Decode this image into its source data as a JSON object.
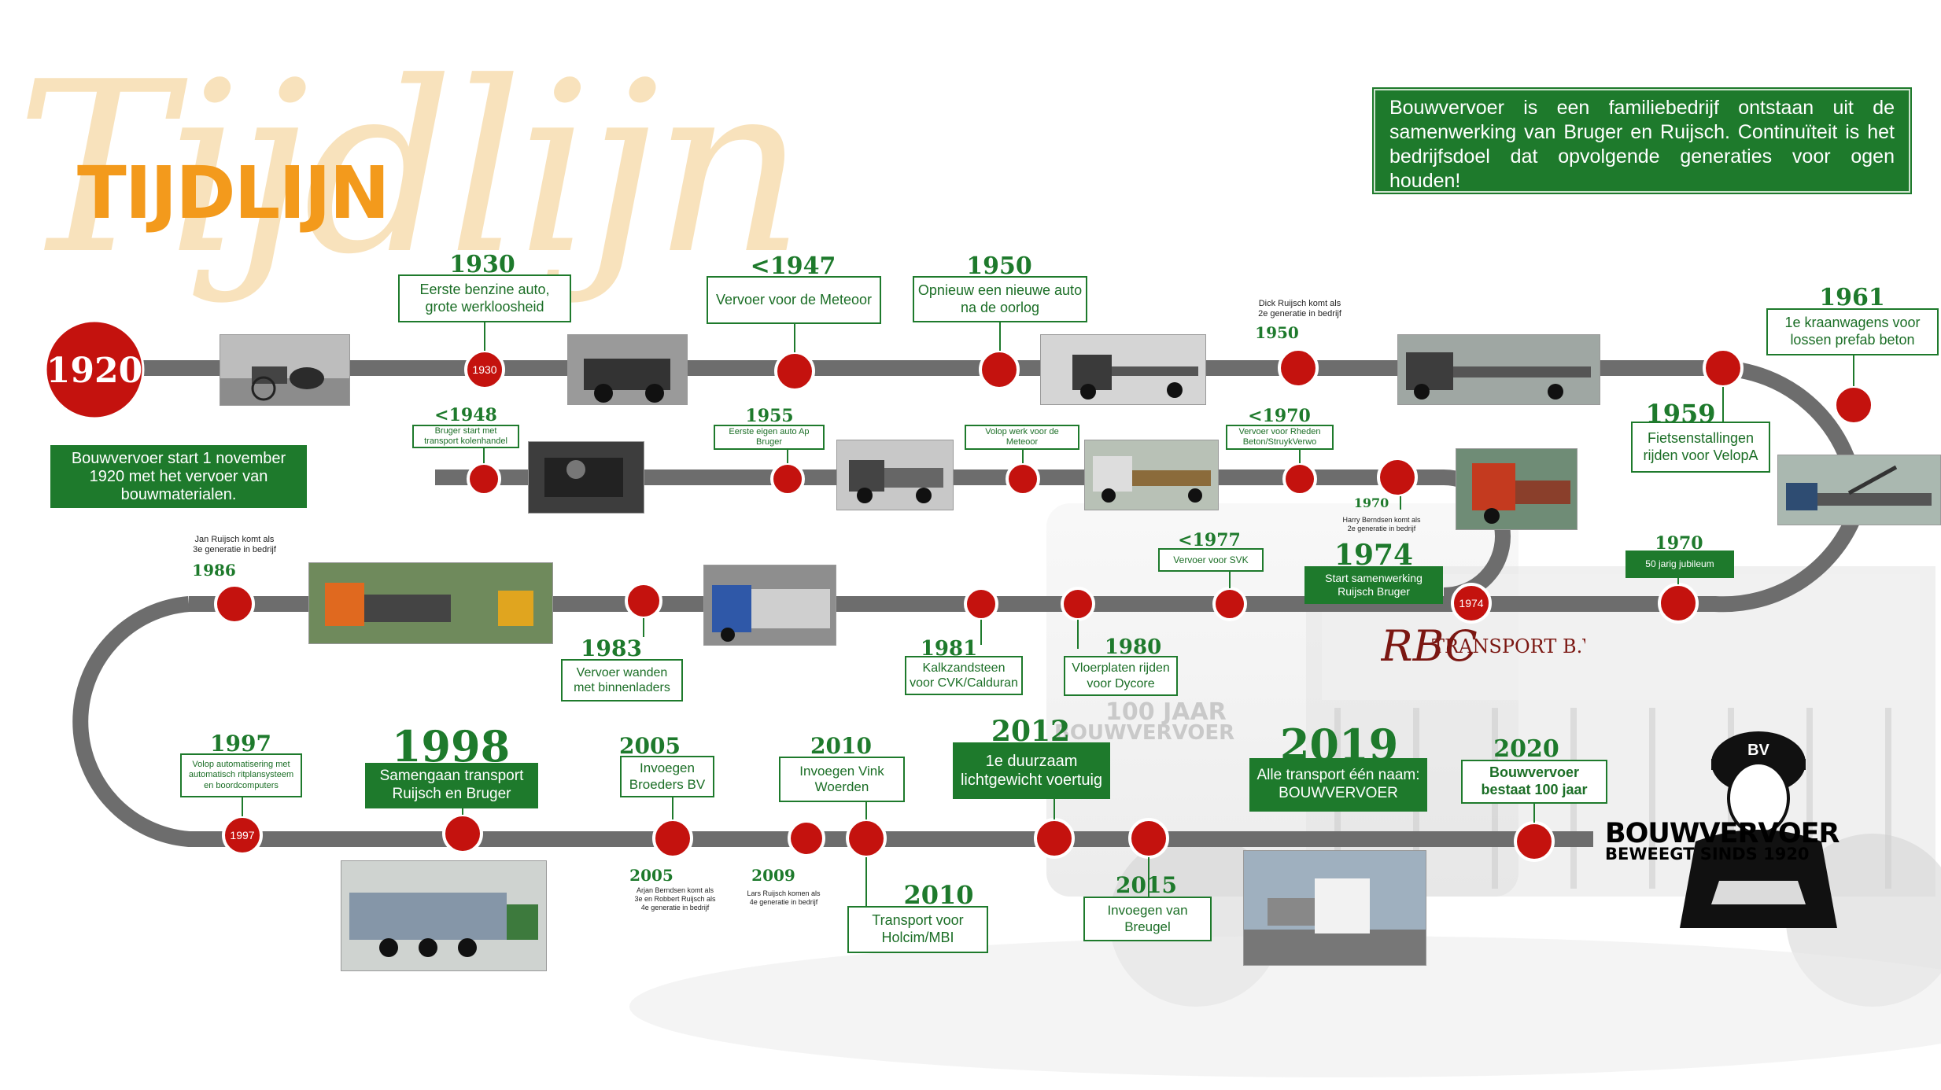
{
  "header": {
    "script_title": "Tijdlijn",
    "title": "TIJDLIJN",
    "intro": "Bouwvervoer is een familiebedrijf ontstaan uit de samenwerking van Bruger en Ruijsch. Continuïteit is het bedrijfsdoel dat opvolgende generaties voor ogen houden!"
  },
  "start": {
    "year": "1920",
    "text": "Bouwvervoer start 1 november 1920 met het vervoer van bouwmaterialen."
  },
  "dot_labels": {
    "d1930": "1930",
    "d1974": "1974",
    "d1997": "1997"
  },
  "events": {
    "e1930": {
      "year": "1930",
      "text": "Eerste benzine auto, grote werkloosheid"
    },
    "e1947": {
      "year": "<1947",
      "text": "Vervoer voor de Meteoor"
    },
    "e1950": {
      "year": "1950",
      "text": "Opnieuw een nieuwe auto na de oorlog"
    },
    "e1950b": {
      "year": "1950",
      "note": "Dick Ruijsch komt als\n2e generatie in bedrijf"
    },
    "e1961": {
      "year": "1961",
      "text": "1e kraanwagens voor lossen prefab beton"
    },
    "e1948": {
      "year": "<1948",
      "text": "Bruger start met transport kolenhandel"
    },
    "e1955": {
      "year": "1955",
      "text": "Eerste eigen auto Ap Bruger"
    },
    "e_meteoor": {
      "text": "Volop werk voor de Meteoor"
    },
    "e1970a": {
      "year": "<1970",
      "text": "Vervoer voor Rheden Beton/StruykVerwo"
    },
    "e1970b": {
      "year": "1970",
      "note": "Harry Berndsen komt als\n2e generatie in bedrijf"
    },
    "e1959": {
      "year": "1959",
      "text": "Fietsenstallingen rijden voor VelopA"
    },
    "e1986": {
      "year": "1986",
      "note": "Jan Ruijsch komt als\n3e generatie in bedrijf"
    },
    "e1983": {
      "year": "1983",
      "text": "Vervoer wanden met binnenladers"
    },
    "e1981": {
      "year": "1981",
      "text": "Kalkzandsteen voor CVK/Calduran"
    },
    "e1980": {
      "year": "1980",
      "text": "Vloerplaten rijden voor Dycore"
    },
    "e1977": {
      "year": "<1977",
      "text": "Vervoer voor SVK"
    },
    "e1974": {
      "year": "1974",
      "text": "Start samenwerking Ruijsch Bruger"
    },
    "e1970c": {
      "year": "1970",
      "text": "50 jarig jubileum"
    },
    "e1997": {
      "year": "1997",
      "text": "Volop automatisering met automatisch ritplansysteem en boordcomputers"
    },
    "e1998": {
      "year": "1998",
      "text": "Samengaan transport Ruijsch en Bruger"
    },
    "e2005": {
      "year": "2005",
      "text": "Invoegen Broeders BV"
    },
    "e2005b": {
      "year": "2005",
      "note": "Arjan Berndsen komt als\n3e en Robbert Ruijsch als\n4e generatie in bedrijf"
    },
    "e2009": {
      "year": "2009",
      "note": "Lars Ruijsch komen als\n4e generatie in bedrijf"
    },
    "e2010": {
      "year": "2010",
      "text": "Invoegen Vink Woerden"
    },
    "e2010b": {
      "year": "2010",
      "text": "Transport voor Holcim/MBI"
    },
    "e2012": {
      "year": "2012",
      "text": "1e duurzaam lichtgewicht voertuig"
    },
    "e2015": {
      "year": "2015",
      "text": "Invoegen van Breugel"
    },
    "e2019": {
      "year": "2019",
      "text": "Alle transport één naam: BOUWVERVOER"
    },
    "e2020": {
      "year": "2020",
      "text": "Bouwvervoer bestaat 100 jaar"
    }
  },
  "logos": {
    "rbc_letters": "RBC",
    "rbc_name": "TRANSPORT B.V.",
    "bv_badge": "BV",
    "bv_name": "BOUWVERVOER",
    "bv_tagline": "BEWEEGT SINDS 1920",
    "truck_banner": "100 JAAR",
    "truck_banner_brand": "BOUWVERVOER"
  },
  "colors": {
    "track": "#6d6d6d",
    "dot": "#c4120e",
    "green": "#1e7a2c",
    "orange": "#f39a1c"
  }
}
